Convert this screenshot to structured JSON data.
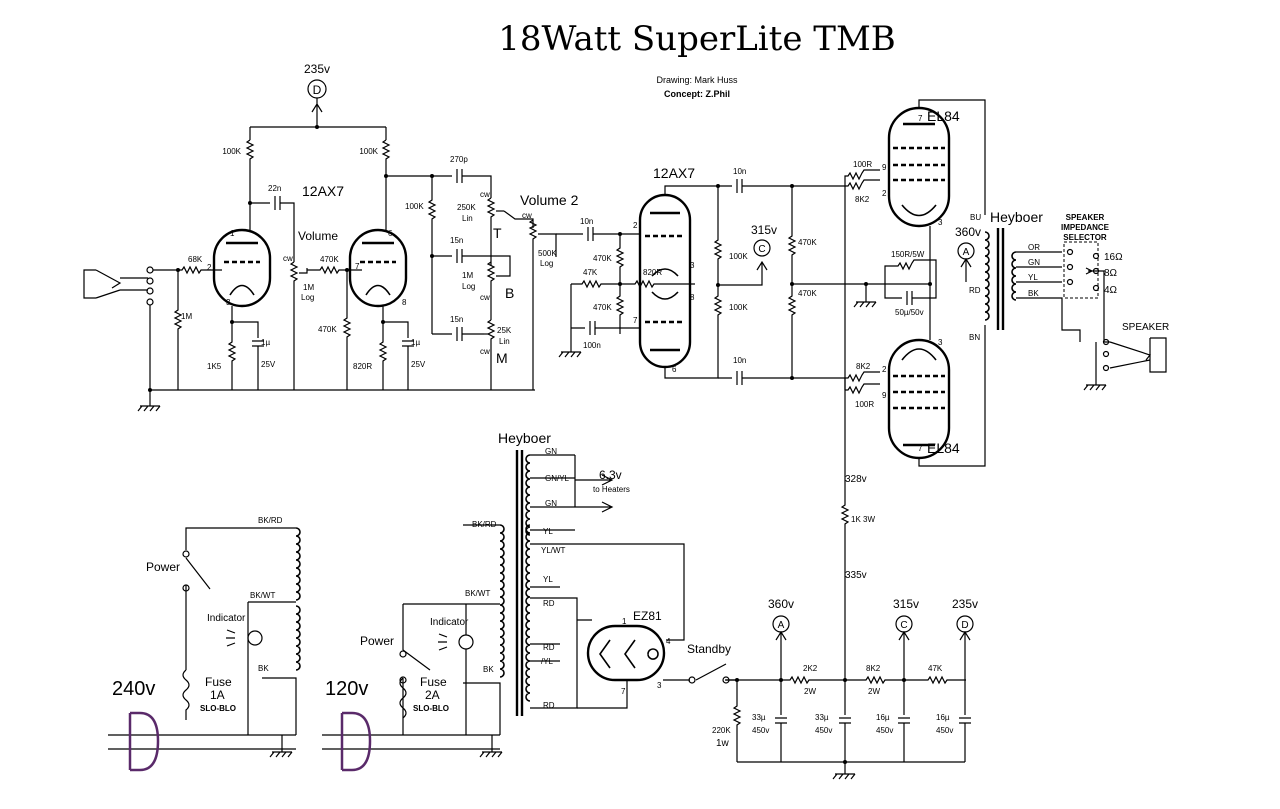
{
  "title": "18Watt SuperLite TMB",
  "credits": {
    "drawing": "Drawing: Mark Huss",
    "concept": "Concept: Z.Phil"
  },
  "preamp": {
    "tube": "12AX7",
    "b_plus": "235v",
    "node_d": "D",
    "plate_left": "100K",
    "plate_right": "100K",
    "input_r": "68K",
    "grid_leak": "1M",
    "coupling": "22n",
    "volume_label": "Volume",
    "volume_pot": "1M",
    "volume_taper": "Log",
    "mix_r": "470K",
    "shunt_r": "470K",
    "cathode_left": "1K5",
    "cathode_right": "820R",
    "bypass_left": "1µ",
    "bypass_left_v": "25V",
    "bypass_right": "1µ",
    "bypass_right_v": "25V",
    "cw": "cw"
  },
  "tonestack": {
    "cap_top": "270p",
    "slope_r": "100K",
    "treble_pot": "250K",
    "treble_taper": "Lin",
    "treble_label": "T",
    "cap_mid": "15n",
    "bass_pot": "1M",
    "bass_taper": "Log",
    "bass_label": "B",
    "cap_low": "15n",
    "mid_pot": "25K",
    "mid_taper": "Lin",
    "mid_label": "M"
  },
  "volume2": {
    "label": "Volume 2",
    "pot": "500K",
    "taper": "Log"
  },
  "pi": {
    "tube": "12AX7",
    "in_cap": "10n",
    "tail_top": "470K",
    "tail_r": "820R",
    "grid_r": "47K",
    "tail_bot": "470K",
    "grid_cap": "100n",
    "node_c_v": "315v",
    "node_c": "C",
    "load_top": "100K",
    "load_bot": "100K",
    "out_cap_top": "10n",
    "out_cap_bot": "10n",
    "bias_top": "470K",
    "bias_bot": "470K"
  },
  "power": {
    "tube_top": "EL84",
    "tube_bot": "EL84",
    "stopper_a": "100R",
    "grid_a": "8K2",
    "grid_b": "8K2",
    "stopper_b": "100R",
    "cathode_r": "150R/5W",
    "cathode_c": "50µ/50v",
    "b_plus": "360v",
    "node_a": "A"
  },
  "ot": {
    "brand": "Heyboer",
    "bu": "BU",
    "rd": "RD",
    "bn": "BN",
    "taps": [
      "OR",
      "GN",
      "YL",
      "BK"
    ],
    "selector_label": [
      "SPEAKER",
      "IMPEDANCE",
      "SELECTOR"
    ],
    "ohms": [
      "16Ω",
      "8Ω",
      "4Ω"
    ],
    "speaker_label": "SPEAKER"
  },
  "supply": {
    "v1": "328v",
    "drop_r": "1K 3W",
    "v2": "335v",
    "node_a_v": "360v",
    "node_a": "A",
    "node_c_v": "315v",
    "node_c": "C",
    "node_d_v": "235v",
    "node_d": "D",
    "r1": "2K2",
    "r1w": "2W",
    "r2": "8K2",
    "r2w": "2W",
    "r3": "47K",
    "bleeder": "220K",
    "bleeder_w": "1w",
    "caps": [
      "33µ",
      "33µ",
      "16µ",
      "16µ"
    ],
    "cap_v": "450v"
  },
  "mains_240": {
    "voltage": "240v",
    "power": "Power",
    "indicator": "Indicator",
    "fuse": "Fuse",
    "fuse_rating": "1A",
    "fuse_type": "SLO-BLO",
    "taps": [
      "BK/RD",
      "BK/WT",
      "BK"
    ]
  },
  "mains_120": {
    "voltage": "120v",
    "power": "Power",
    "indicator": "Indicator",
    "fuse": "Fuse",
    "fuse_rating": "2A",
    "fuse_type": "SLO-BLO",
    "taps": [
      "BK/RD",
      "BK/WT",
      "BK"
    ]
  },
  "pt": {
    "brand": "Heyboer",
    "heater_taps": [
      "GN",
      "GN/YL",
      "GN"
    ],
    "heater_v": "6.3v",
    "heater_to": "to Heaters",
    "hv_taps": [
      "YL",
      "YL/WT",
      "YL"
    ],
    "rect_taps": [
      "RD",
      "RD",
      "/YL",
      "RD"
    ],
    "rectifier": "EZ81",
    "standby": "Standby"
  }
}
